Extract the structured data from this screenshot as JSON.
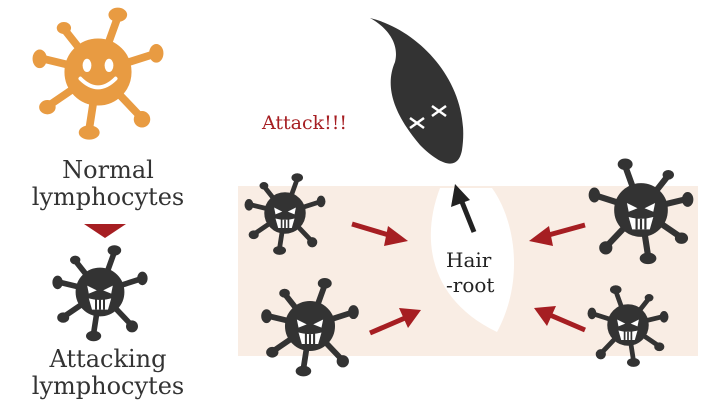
{
  "labels": {
    "normal": [
      "Normal",
      "lymphocytes"
    ],
    "attacking": [
      "Attacking",
      "lymphocytes"
    ],
    "attack_shout": "Attack!!!",
    "hair_root": [
      "Hair",
      "-root"
    ]
  },
  "colors": {
    "normal_cell": "#e89b42",
    "attacking_cell": "#333333",
    "arrow_red": "#a61e22",
    "skin_bg": "#f9ede4"
  }
}
